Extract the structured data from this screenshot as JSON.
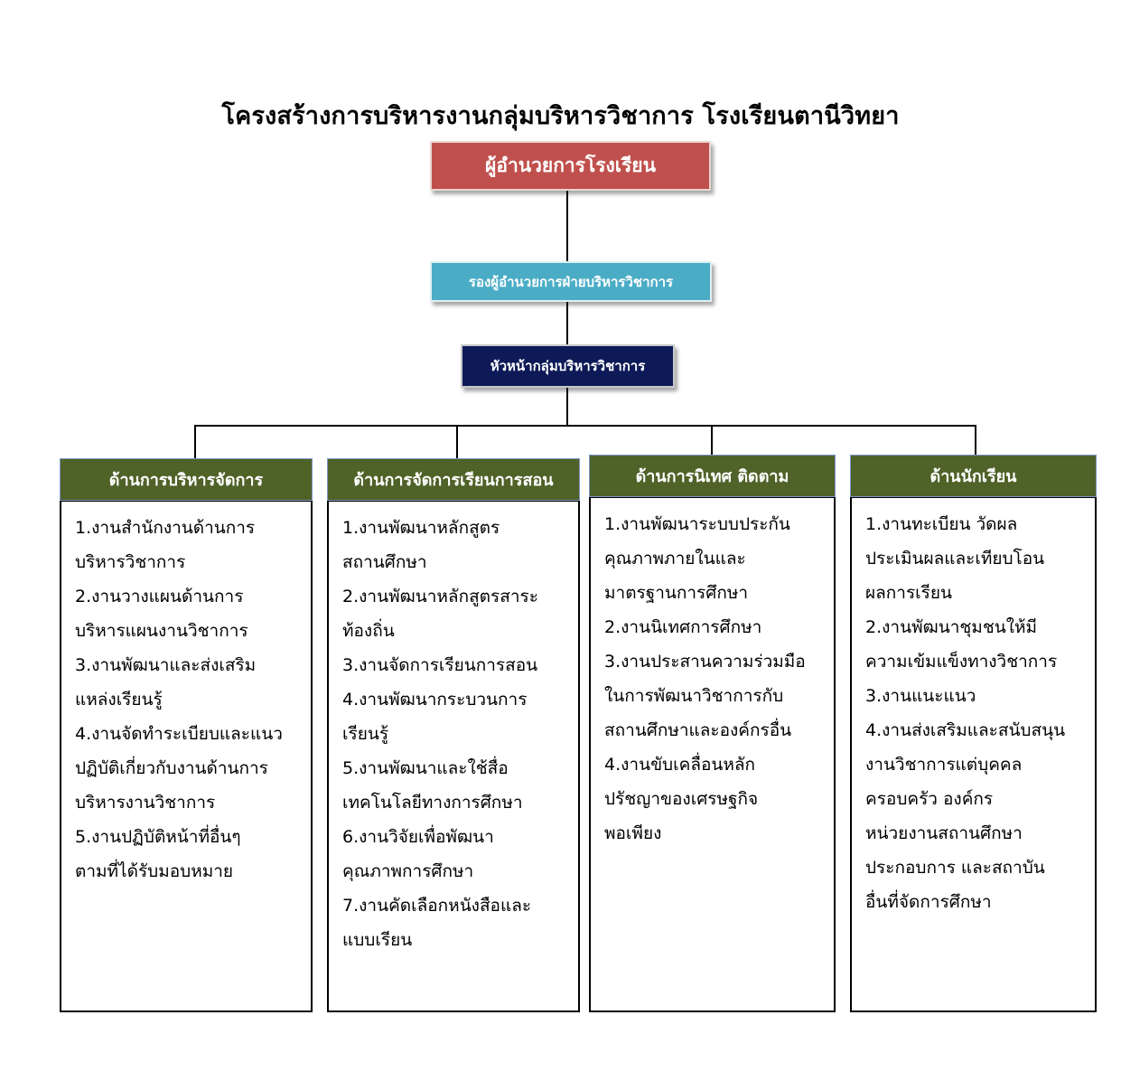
{
  "title": "โครงสร้างการบริหารงานกลุ่มบริหารวิชาการ โรงเรียนตานีวิทยา",
  "boxes": {
    "director": "ผู้อำนวยการโรงเรียน",
    "deputy": "รองผู้อำนวยการฝ่ายบริหารวิชาการ",
    "head": "หัวหน้ากลุ่มบริหารวิชาการ"
  },
  "colors": {
    "director": "#c0504d",
    "deputy": "#4bacc6",
    "head": "#0d1a57",
    "division_header": "#4f6228"
  },
  "divisions": [
    {
      "title": "ด้านการบริหารจัดการ",
      "lines": [
        "1.งานสำนักงานด้านการ",
        "บริหารวิชาการ",
        "2.งานวางแผนด้านการ",
        "บริหารแผนงานวิชาการ",
        "3.งานพัฒนาและส่งเสริม",
        "แหล่งเรียนรู้",
        "4.งานจัดทำระเบียบและแนว",
        "ปฏิบัติเกี่ยวกับงานด้านการ",
        "บริหารงานวิชาการ",
        "5.งานปฏิบัติหน้าที่อื่นๆ",
        "ตามที่ได้รับมอบหมาย"
      ]
    },
    {
      "title": "ด้านการจัดการเรียนการสอน",
      "lines": [
        "1.งานพัฒนาหลักสูตร",
        "สถานศึกษา",
        "2.งานพัฒนาหลักสูตรสาระ",
        "ท้องถิ่น",
        "3.งานจัดการเรียนการสอน",
        "4.งานพัฒนากระบวนการ",
        "เรียนรู้",
        "5.งานพัฒนาและใช้สื่อ",
        "เทคโนโลยีทางการศึกษา",
        "6.งานวิจัยเพื่อพัฒนา",
        "คุณภาพการศึกษา",
        "7.งานคัดเลือกหนังสือและ",
        "แบบเรียน"
      ]
    },
    {
      "title": "ด้านการนิเทศ ติดตาม",
      "lines": [
        "1.งานพัฒนาระบบประกัน",
        "คุณภาพภายในและ",
        "มาตรฐานการศึกษา",
        "2.งานนิเทศการศึกษา",
        "3.งานประสานความร่วมมือ",
        "ในการพัฒนาวิชาการกับ",
        "สถานศึกษาและองค์กรอื่น",
        "4.งานขับเคลื่อนหลัก",
        "ปรัชญาของเศรษฐกิจ",
        "พอเพียง"
      ]
    },
    {
      "title": "ด้านนักเรียน",
      "lines": [
        "1.งานทะเบียน วัดผล",
        "ประเมินผลและเทียบโอน",
        "ผลการเรียน",
        "2.งานพัฒนาชุมชนให้มี",
        "ความเข้มแข็งทางวิชาการ",
        "3.งานแนะแนว",
        "4.งานส่งเสริมและสนับสนุน",
        "งานวิชาการแต่บุคคล",
        "ครอบครัว องค์กร",
        "หน่วยงานสถานศึกษา",
        "ประกอบการ และสถาบัน",
        "อื่นที่จัดการศึกษา"
      ]
    }
  ]
}
